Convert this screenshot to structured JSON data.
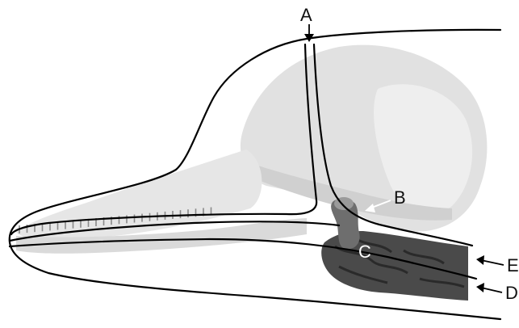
{
  "figure": {
    "labels": {
      "a": "A",
      "b": "B",
      "c": "C",
      "d": "D",
      "e": "E"
    },
    "colors": {
      "outline": "#000000",
      "skull": "#d9d9d9",
      "skull_shadow": "#bdbdbd",
      "tissue": "#4a4a4a",
      "tissue_dark": "#2a2a2a"
    }
  }
}
